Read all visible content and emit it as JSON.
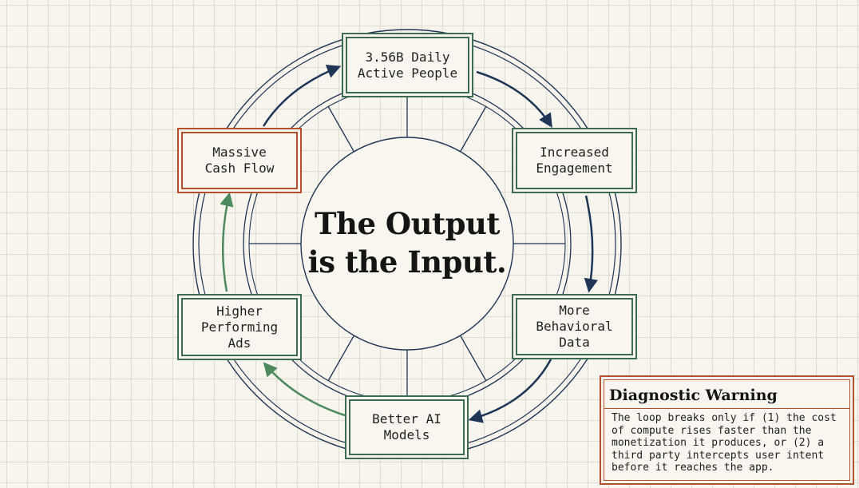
{
  "diagram": {
    "center_title": "The Output\nis the Input.",
    "nodes": [
      {
        "id": "daily-active-people",
        "label": "3.56B Daily\nActive People",
        "style": "green"
      },
      {
        "id": "increased-engagement",
        "label": "Increased\nEngagement",
        "style": "green"
      },
      {
        "id": "behavioral-data",
        "label": "More\nBehavioral\nData",
        "style": "green"
      },
      {
        "id": "better-ai-models",
        "label": "Better AI\nModels",
        "style": "green"
      },
      {
        "id": "higher-performing-ads",
        "label": "Higher\nPerforming\nAds",
        "style": "green"
      },
      {
        "id": "massive-cash-flow",
        "label": "Massive\nCash Flow",
        "style": "orange"
      }
    ],
    "colors": {
      "green": "#3c6b4f",
      "orange": "#b5502e",
      "navy": "#1e3556",
      "arrow_green": "#4d8a5e"
    }
  },
  "warning": {
    "title": "Diagnostic Warning",
    "body": "The loop breaks only if (1) the cost\nof compute rises faster than the\nmonetization it produces, or (2) a\nthird party intercepts user intent\nbefore it reaches the app."
  }
}
